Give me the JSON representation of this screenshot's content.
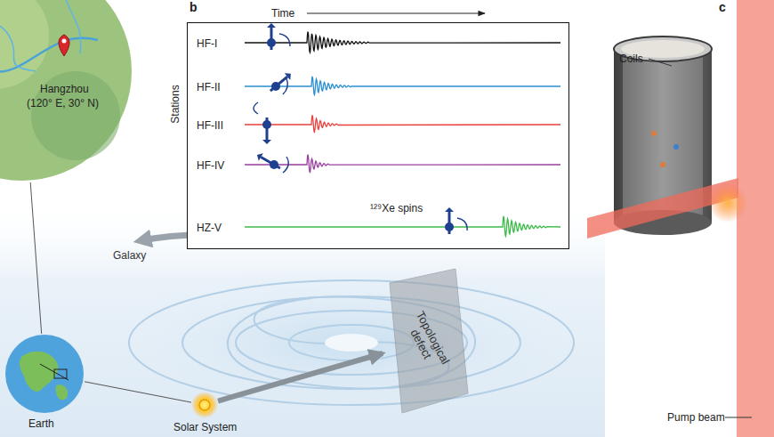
{
  "diagram": {
    "nodes": [
      {
        "text": [
          "Hangzhou",
          "(120° E, 30° N)"
        ]
      },
      {
        "text": [
          "Earth"
        ]
      },
      {
        "text": [
          "Solar System"
        ]
      },
      {
        "text": [
          "Topological defect"
        ]
      },
      {
        "text": [
          "HF-I",
          "HF-II",
          "HF-III",
          "HF-IV",
          "HZ-V",
          "¹²⁹Xe spins"
        ]
      }
    ],
    "edges": [
      {
        "from": 1,
        "to": 0,
        "arrow": "none"
      },
      {
        "from": 2,
        "to": 1,
        "arrow": "none"
      },
      {
        "from": 2,
        "to": 3,
        "arrow": "to"
      }
    ],
    "labels": [
      "Galaxy",
      "b",
      "Time",
      "Stations",
      "c",
      "Coils",
      "Pump beam"
    ]
  }
}
